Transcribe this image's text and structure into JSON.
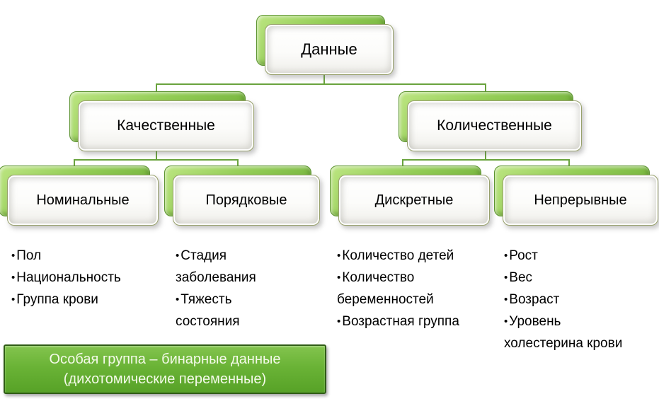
{
  "bullet_glyph": "•",
  "tree": {
    "root": {
      "label": "Данные"
    },
    "level2": [
      {
        "label": "Качественные"
      },
      {
        "label": "Количественные"
      }
    ],
    "level3": [
      {
        "label": "Номинальные",
        "items": [
          "Пол",
          "Национальность",
          "Группа крови"
        ]
      },
      {
        "label": "Порядковые",
        "items": [
          "Стадия заболевания",
          "Тяжесть состояния"
        ]
      },
      {
        "label": "Дискретные",
        "items": [
          "Количество детей",
          "Количество беременностей",
          "Возрастная группа"
        ]
      },
      {
        "label": "Непрерывные",
        "items": [
          "Рост",
          "Вес",
          "Возраст",
          "Уровень холестерина крови"
        ]
      }
    ]
  },
  "banner": {
    "line1": "Особая группа – бинарные данные",
    "line2": "(дихотомические переменные)"
  },
  "colors": {
    "node_back_green": "#8dc94f",
    "node_border_green": "#5c9430",
    "connector_green": "#69a33d",
    "banner_green": "#68b234",
    "banner_border": "#2f5c15",
    "banner_text": "#f4fae9",
    "node_text": "#000000",
    "background": "#ffffff"
  }
}
